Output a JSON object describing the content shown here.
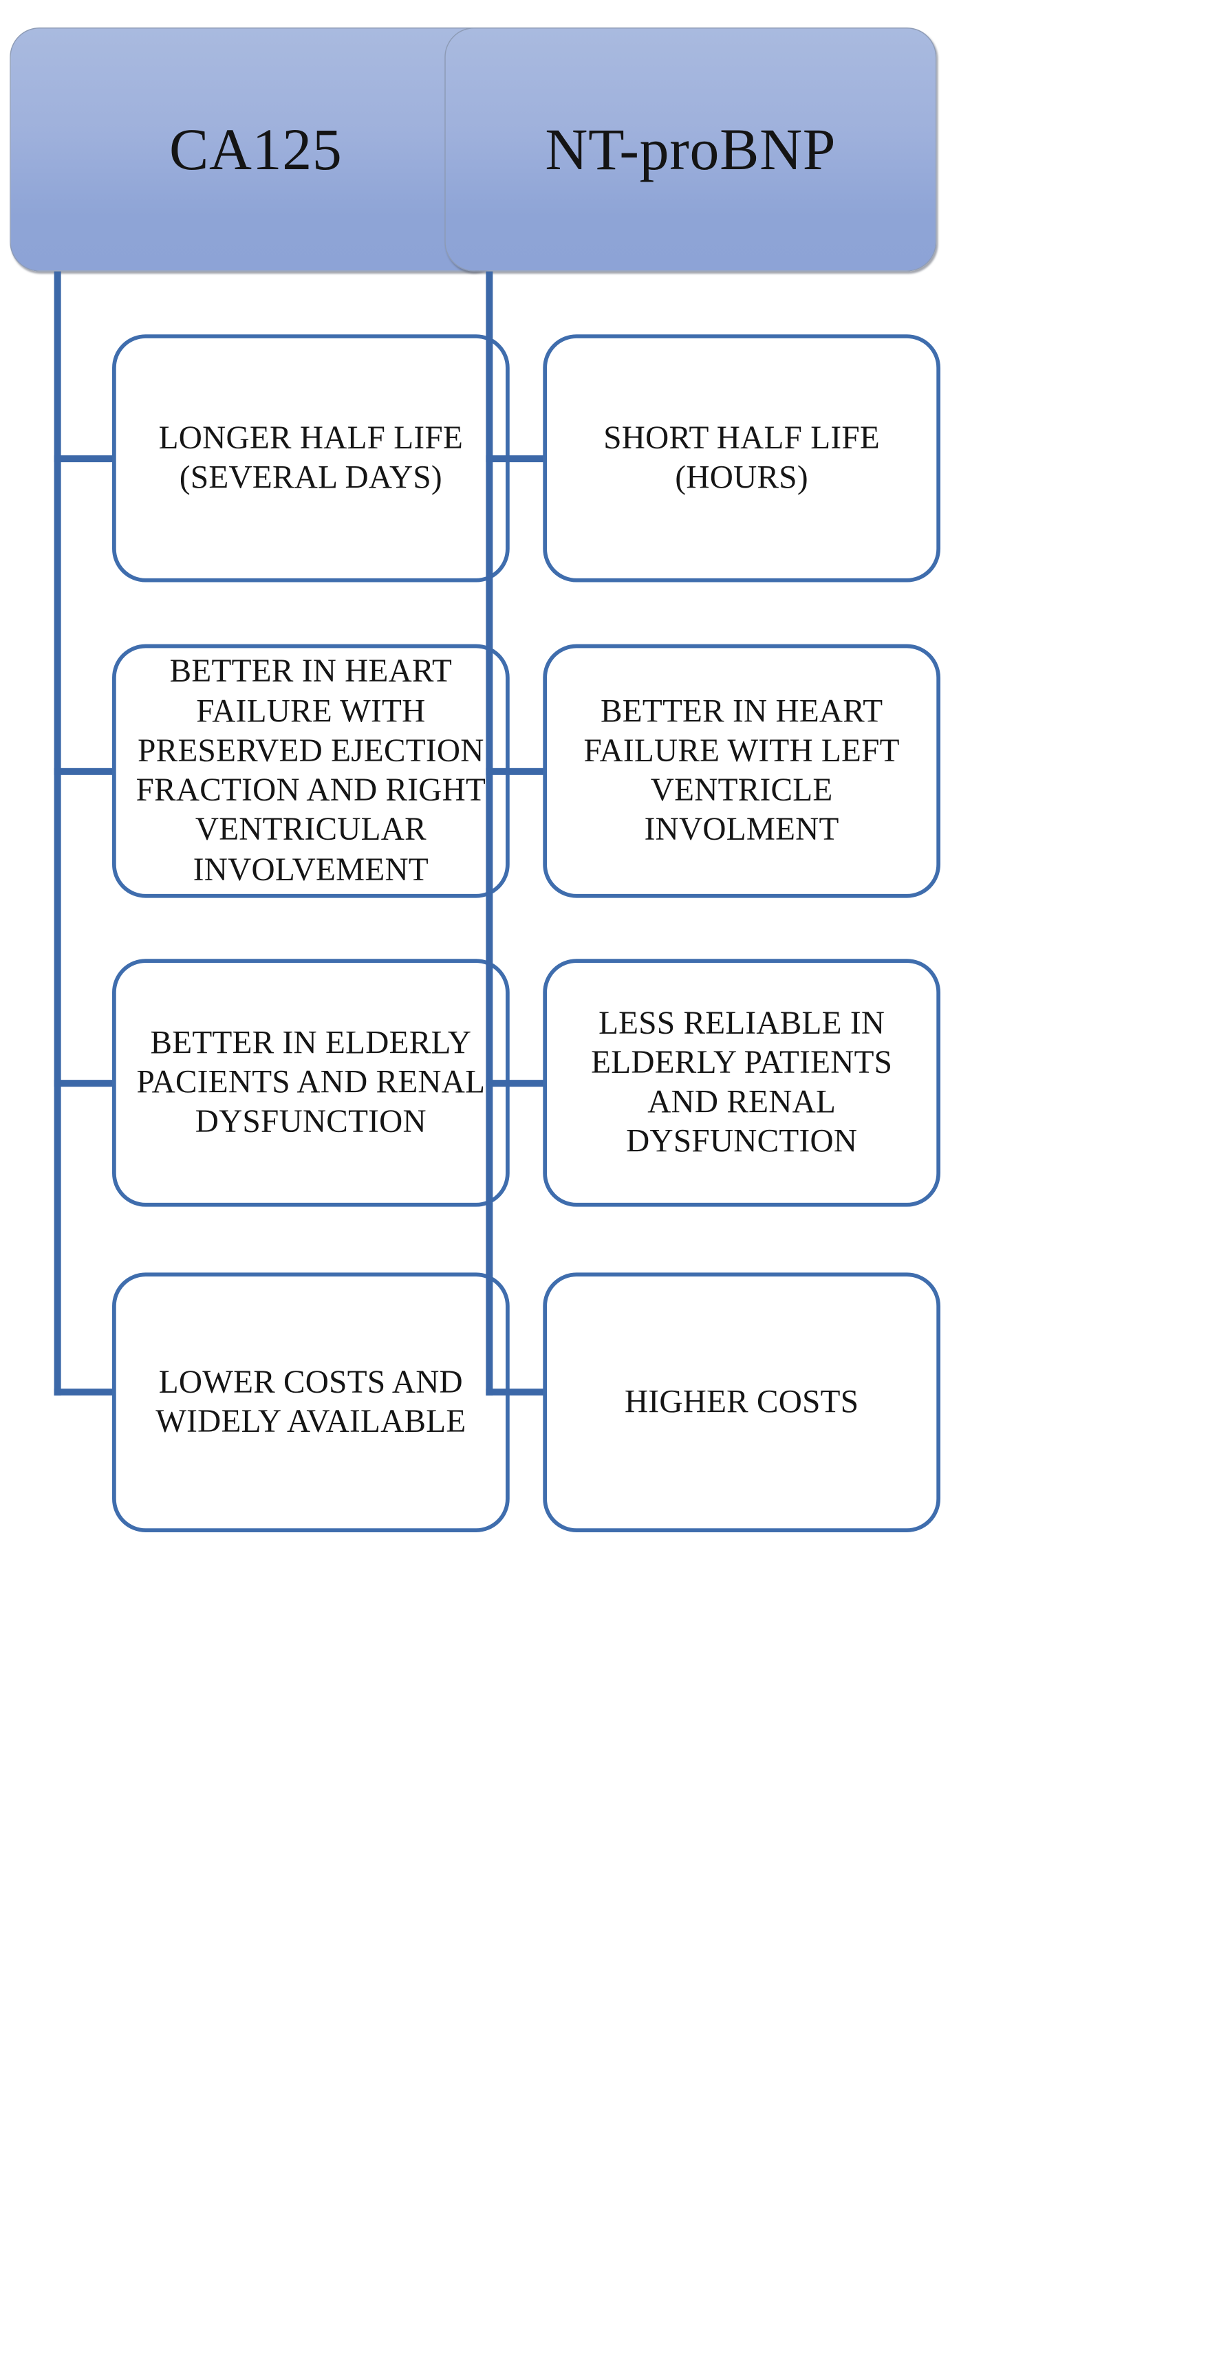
{
  "diagram": {
    "title_color": "#8ea4d6",
    "connector_color": "#3c68a8",
    "leaf_border_color": "#3f6dad",
    "columns": [
      {
        "id": "ca125",
        "header": "CA125",
        "items": [
          {
            "label": "LONGER HALF LIFE\n(SEVERAL DAYS)"
          },
          {
            "label": "BETTER IN HEART\nFAILURE WITH\nPRESERVED EJECTION\nFRACTION AND RIGHT\nVENTRICULAR\nINVOLVEMENT"
          },
          {
            "label": "BETTER IN ELDERLY\nPACIENTS AND RENAL\nDYSFUNCTION"
          },
          {
            "label": "LOWER COSTS AND\nWIDELY AVAILABLE"
          }
        ]
      },
      {
        "id": "nt-probnp",
        "header": "NT-proBNP",
        "items": [
          {
            "label": "SHORT HALF LIFE\n(HOURS)"
          },
          {
            "label": "BETTER IN HEART\nFAILURE WITH LEFT\nVENTRICLE\nINVOLMENT"
          },
          {
            "label": "LESS RELIABLE IN\nELDERLY PATIENTS\nAND RENAL\nDYSFUNCTION"
          },
          {
            "label": "HIGHER COSTS"
          }
        ]
      }
    ]
  }
}
